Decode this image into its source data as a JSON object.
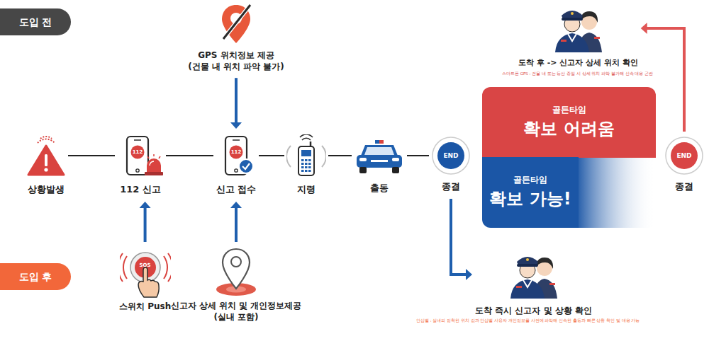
{
  "diagram": {
    "nodes": [
      {
        "text": [
          "도입 전"
        ]
      },
      {
        "text": [
          "GPS 위치정보 제공 (건물 내 위치 파악 불가)"
        ]
      },
      {
        "text": [
          "도착 후 -> 신고자 상세 위치 확인"
        ]
      },
      {
        "text": [
          "상황발생"
        ]
      },
      {
        "text": [
          "112",
          "112 신고"
        ]
      },
      {
        "text": [
          "112",
          "신고 접수"
        ]
      },
      {
        "text": [
          "지령"
        ]
      },
      {
        "text": [
          "출동"
        ]
      },
      {
        "text": [
          "END",
          "종결"
        ]
      },
      {
        "text": [
          "골든타임",
          "확보 어려움"
        ]
      },
      {
        "text": [
          "골든타임",
          "확보 가능!"
        ]
      },
      {
        "text": [
          "END",
          "종결"
        ]
      },
      {
        "text": [
          "도입 후"
        ]
      },
      {
        "text": [
          "SOS",
          "스위치 Push"
        ]
      },
      {
        "text": [
          "신고자 상세 위치 및 개인정보제공 (실내 포함)"
        ]
      },
      {
        "text": [
          "도착 즉시 신고자 및 상황 확인"
        ]
      }
    ],
    "edges": [
      {
        "from": 3,
        "to": 4,
        "arrow": "none"
      },
      {
        "from": 4,
        "to": 5,
        "arrow": "none"
      },
      {
        "from": 5,
        "to": 6,
        "arrow": "none"
      },
      {
        "from": 6,
        "to": 7,
        "arrow": "none"
      },
      {
        "from": 7,
        "to": 8,
        "arrow": "none"
      },
      {
        "from": 1,
        "to": 5,
        "arrow": "to"
      },
      {
        "from": 13,
        "to": 4,
        "arrow": "to"
      },
      {
        "from": 14,
        "to": 5,
        "arrow": "to"
      },
      {
        "from": 11,
        "to": 2,
        "arrow": "to"
      },
      {
        "from": 8,
        "to": 15,
        "arrow": "to"
      }
    ],
    "labels": [
      "스마트폰 GPS : 건물 내 또는 등산 중일 시 상세 위치 파악 불가해 신속 대응 곤란",
      "안심벨 : 실내의 정확한 위치 값과 안심벨 사용자 개인정보를 사전에 파악해 신속한 출동과 빠른 상황 확인 및 대응 가능"
    ]
  }
}
